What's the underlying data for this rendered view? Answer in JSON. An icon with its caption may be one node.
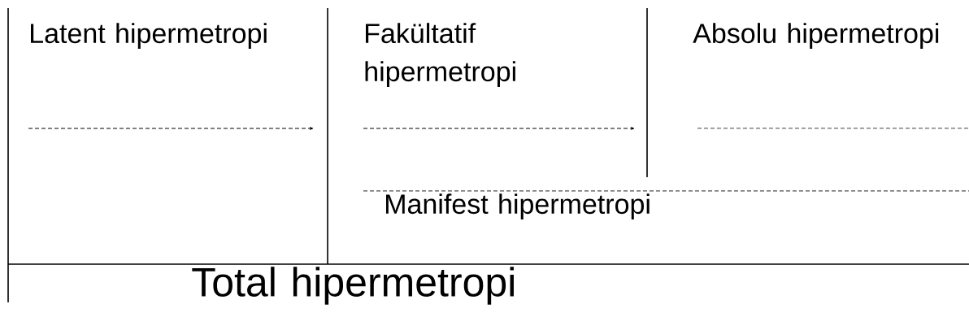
{
  "diagram": {
    "labels": [
      "Latent hipermetropi",
      "Fakültatif hipermetropi",
      "Absolu hipermetropi",
      "Manifest hipermetropi",
      "Total hipermetropi"
    ]
  }
}
